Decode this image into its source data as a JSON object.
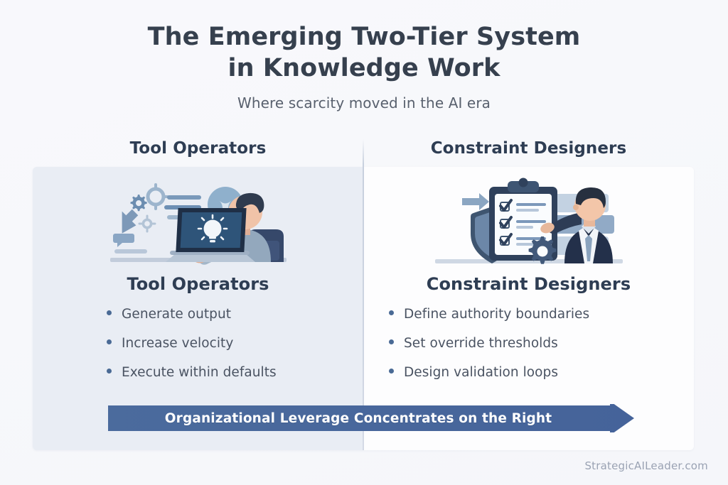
{
  "header": {
    "title_line1": "The Emerging Two-Tier System",
    "title_line2": "in Knowledge Work",
    "subtitle": "Where scarcity moved in the AI era"
  },
  "columns": {
    "left_header": "Tool Operators",
    "right_header": "Constraint Designers"
  },
  "left_panel": {
    "tier_title": "Tool Operators",
    "bullets": [
      "Generate output",
      "Increase velocity",
      "Execute within defaults"
    ],
    "illustration_name": "person-at-laptop-with-lightbulb-illustration"
  },
  "right_panel": {
    "tier_title": "Constraint Designers",
    "bullets": [
      "Define authority boundaries",
      "Set override thresholds",
      "Design validation loops"
    ],
    "illustration_name": "shield-checklist-businessman-illustration"
  },
  "banner": {
    "label": "Organizational Leverage Concentrates on the Right"
  },
  "footer": {
    "watermark": "StrategicAILeader.com"
  },
  "colors": {
    "page_background": "#f7f8fb",
    "title_text": "#36404e",
    "subtitle_text": "#59616e",
    "header_text": "#2e3d53",
    "body_text": "#4a5362",
    "bullet_dot": "#4a6a95",
    "left_panel_fill": "#e9edf4",
    "right_panel_fill": "#fdfdfe",
    "divider": "#c8d0de",
    "banner_fill": "#4a6a9c",
    "banner_text": "#ffffff",
    "watermark_text": "#9aa2b3"
  }
}
